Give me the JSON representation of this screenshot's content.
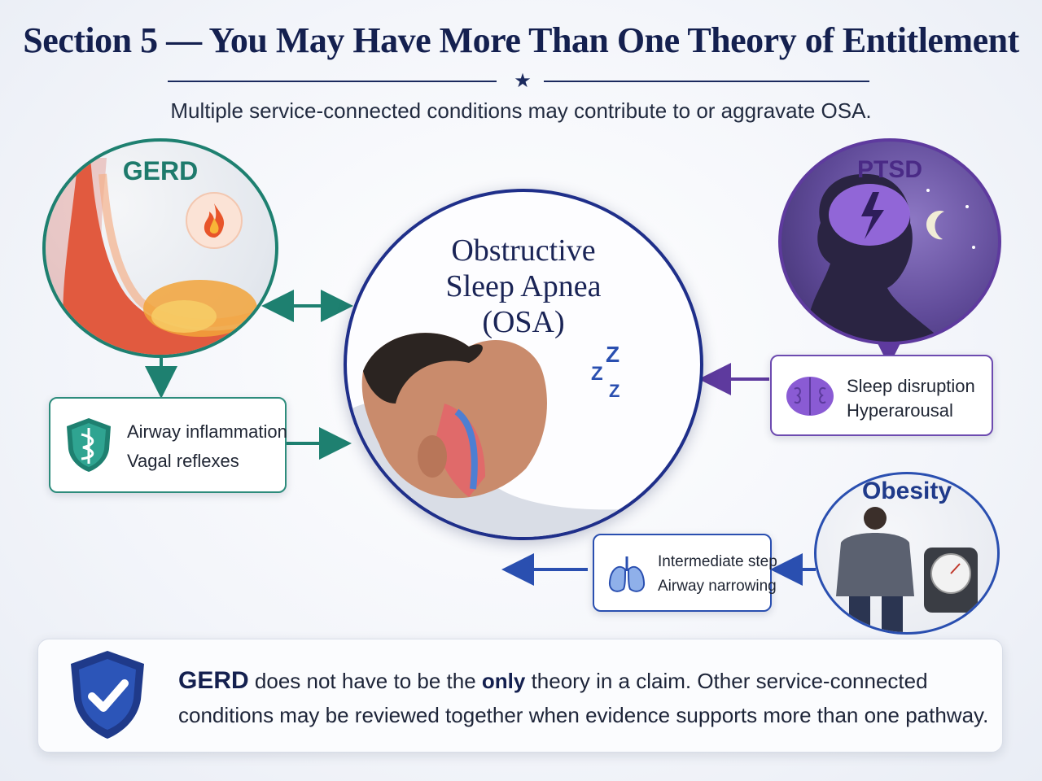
{
  "header": {
    "title": "Section 5 — You May Have More Than One Theory of Entitlement",
    "subtitle": "Multiple service-connected conditions may contribute to or aggravate OSA."
  },
  "colors": {
    "navy": "#14204f",
    "gerd": "#1e8070",
    "ptsd": "#5e3a9e",
    "obesity": "#2a4fb0",
    "osa_border": "#1f2f8a"
  },
  "center": {
    "title_line1": "Obstructive",
    "title_line2": "Sleep Apnea",
    "title_line3": "(OSA)",
    "zzz": "Z"
  },
  "gerd": {
    "label": "GERD",
    "box_line1": "Airway inflammation",
    "box_line2": "Vagal reflexes",
    "icon": "shield-caduceus-icon"
  },
  "ptsd": {
    "label": "PTSD",
    "box_line1": "Sleep disruption",
    "box_line2": "Hyperarousal",
    "icon": "brain-icon"
  },
  "obesity": {
    "label": "Obesity",
    "box_line1": "Intermediate step",
    "box_line2": "Airway narrowing",
    "icon": "lungs-icon"
  },
  "note": {
    "icon": "shield-check-icon",
    "part1": "GERD",
    "part2": " does not have to be the ",
    "part3": "only",
    "part4": " theory in a claim. Other service-connected",
    "line2": "conditions may be reviewed together when evidence supports more than one pathway."
  }
}
